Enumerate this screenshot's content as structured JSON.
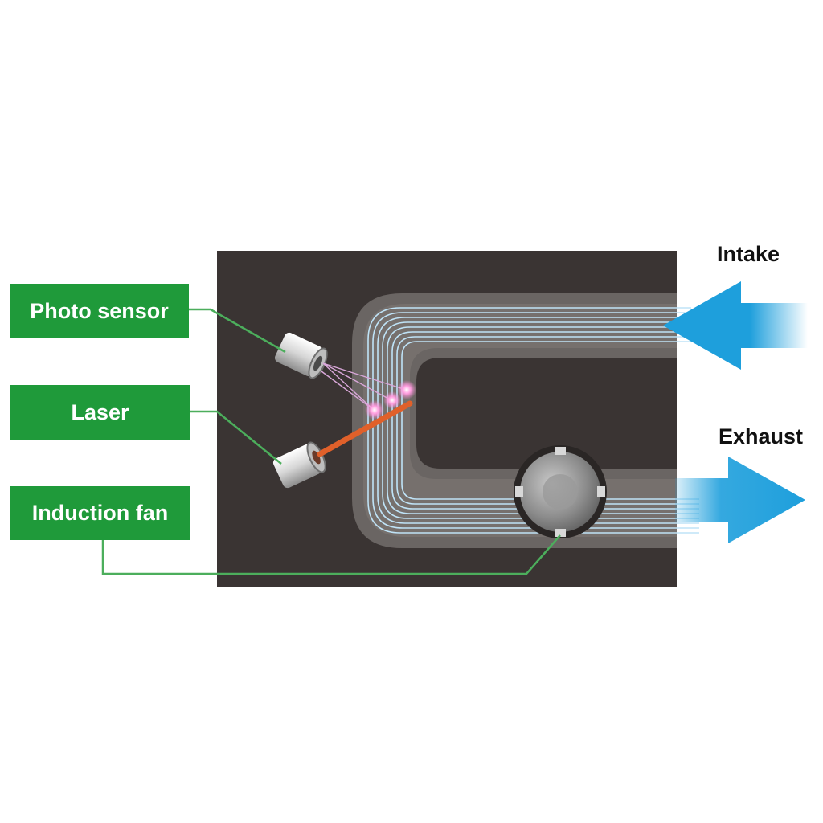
{
  "labels": {
    "photo_sensor": "Photo sensor",
    "laser": "Laser",
    "induction_fan": "Induction fan",
    "intake": "Intake",
    "exhaust": "Exhaust"
  },
  "colors": {
    "label_green": "#1f9a3a",
    "leader_line": "#4cae5c",
    "housing": "#3a3433",
    "channel": "#6a6563",
    "airflow_line": "#bfe3f7",
    "arrow_blue": "#1e9fdc",
    "laser_beam": "#e0602a",
    "scatter_glow": "#ff8ad8"
  },
  "icons": {
    "photo_sensor": "cylinder-sensor-icon",
    "laser": "cylinder-laser-icon",
    "fan": "fan-icon",
    "intake_arrow": "arrow-left-icon",
    "exhaust_arrow": "arrow-right-icon"
  }
}
